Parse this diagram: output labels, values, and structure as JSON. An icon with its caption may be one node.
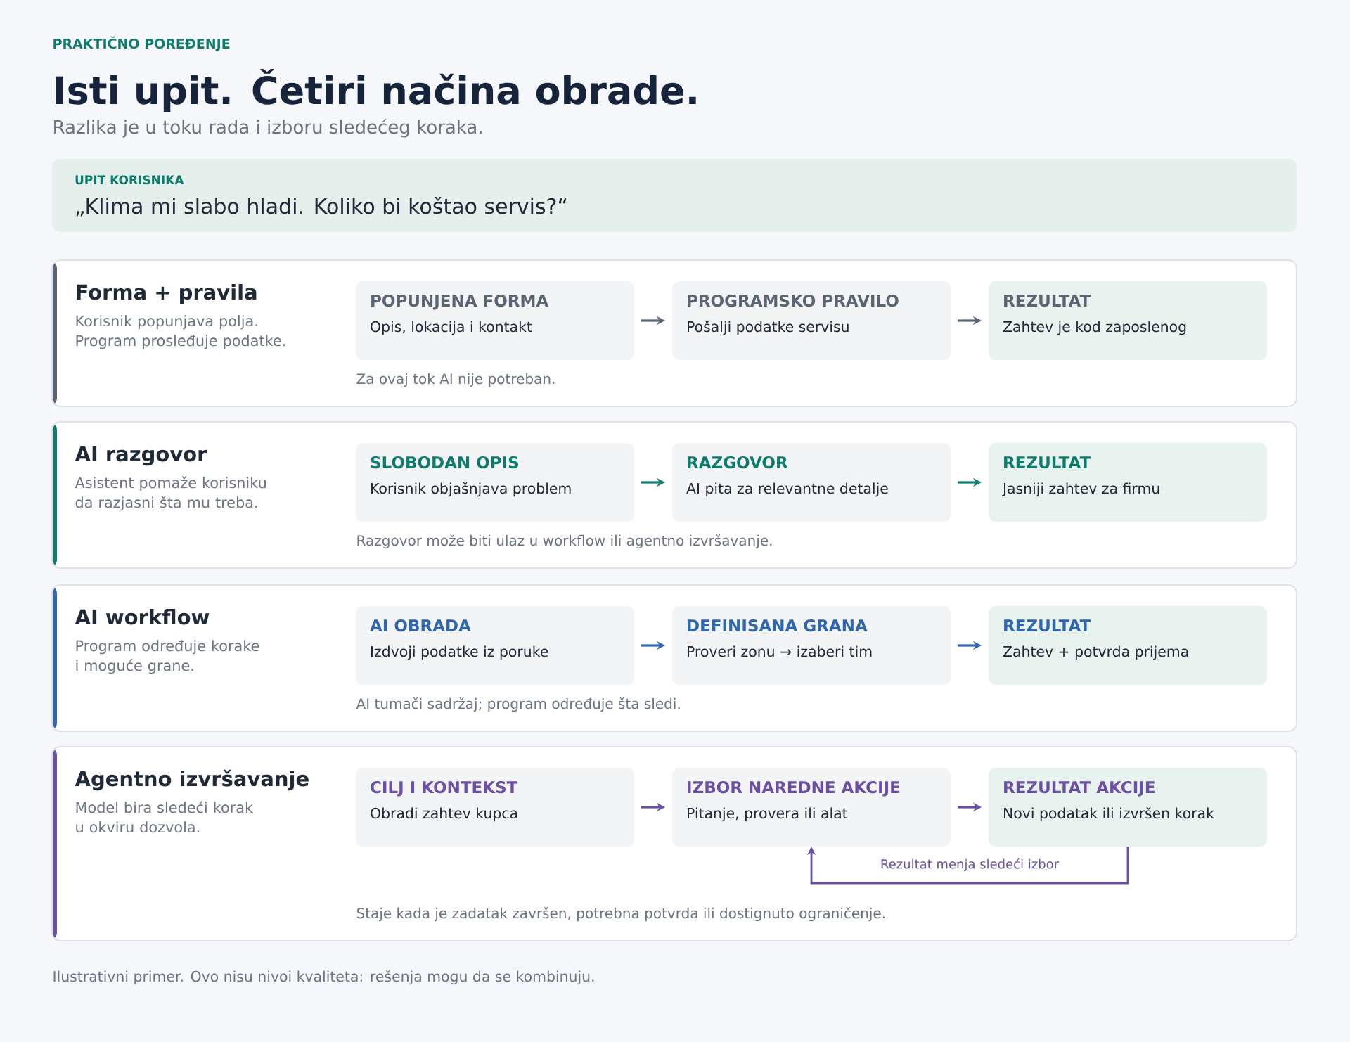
{
  "diagram": {
    "title": "Isti upit. Četiri načina obrade.",
    "caption": "Ilustrativni primer. Ovo nisu nivoi kvaliteta: rešenja mogu da se kombinuju.",
    "nodes": [
      {
        "text": [
          "UPIT KORISNIKA",
          "„Klima mi slabo hladi. Koliko bi koštao servis?“"
        ]
      },
      {
        "text": [
          "Forma + pravila",
          "Korisnik popunjava polja. Program prosleđuje podatke.",
          "Za ovaj tok AI nije potreban."
        ]
      },
      {
        "text": [
          "POPUNJENA FORMA",
          "Opis, lokacija i kontakt"
        ],
        "in": 1
      },
      {
        "text": [
          "PROGRAMSKO PRAVILO",
          "Pošalji podatke servisu"
        ],
        "in": 1
      },
      {
        "text": [
          "REZULTAT",
          "Zahtev je kod zaposlenog"
        ],
        "in": 1
      },
      {
        "text": [
          "AI razgovor",
          "Asistent pomaže korisniku da razjasni šta mu treba.",
          "Razgovor može biti ulaz u workflow ili agentno izvršavanje."
        ]
      },
      {
        "text": [
          "SLOBODAN OPIS",
          "Korisnik objašnjava problem"
        ],
        "in": 5
      },
      {
        "text": [
          "RAZGOVOR",
          "AI pita za relevantne detalje"
        ],
        "in": 5
      },
      {
        "text": [
          "REZULTAT",
          "Jasniji zahtev za firmu"
        ],
        "in": 5
      },
      {
        "text": [
          "AI workflow",
          "Program određuje korake i moguće grane.",
          "AI tumači sadržaj; program određuje šta sledi."
        ]
      },
      {
        "text": [
          "AI OBRADA",
          "Izdvoji podatke iz poruke"
        ],
        "in": 9
      },
      {
        "text": [
          "DEFINISANA GRANA",
          "Proveri zonu → izaberi tim"
        ],
        "in": 9
      },
      {
        "text": [
          "REZULTAT",
          "Zahtev + potvrda prijema"
        ],
        "in": 9
      },
      {
        "text": [
          "Agentno izvršavanje",
          "Model bira sledeći korak u okviru dozvola.",
          "Staje kada je zadatak završen, potrebna potvrda ili dostignuto ograničenje."
        ]
      },
      {
        "text": [
          "CILJ I KONTEKST",
          "Obradi zahtev kupca"
        ],
        "in": 13
      },
      {
        "text": [
          "IZBOR NAREDNE AKCIJE",
          "Pitanje, provera ili alat"
        ],
        "in": 13
      },
      {
        "text": [
          "REZULTAT AKCIJE",
          "Novi podatak ili izvršen korak"
        ],
        "in": 13
      }
    ],
    "edges": [
      {
        "from": 2,
        "to": 3,
        "arrow": "to",
        "color": "#5b6472"
      },
      {
        "from": 3,
        "to": 4,
        "arrow": "to",
        "color": "#5b6472"
      },
      {
        "from": 6,
        "to": 7,
        "arrow": "to",
        "color": "#0f7b6c"
      },
      {
        "from": 7,
        "to": 8,
        "arrow": "to",
        "color": "#0f7b6c"
      },
      {
        "from": 10,
        "to": 11,
        "arrow": "to",
        "color": "#2f66b0"
      },
      {
        "from": 11,
        "to": 12,
        "arrow": "to",
        "color": "#2f66b0"
      },
      {
        "from": 14,
        "to": 15,
        "arrow": "to",
        "color": "#6b4fa3"
      },
      {
        "from": 15,
        "to": 16,
        "arrow": "to",
        "color": "#6b4fa3"
      },
      {
        "from": 16,
        "to": 15,
        "arrow": "to",
        "color": "#6b4fa3",
        "label": "Rezultat menja sledeći izbor"
      }
    ],
    "labels": [
      "PRAKTIČNO POREĐENJE",
      "Razlika je u toku rada i izboru sledećeg koraka."
    ]
  }
}
